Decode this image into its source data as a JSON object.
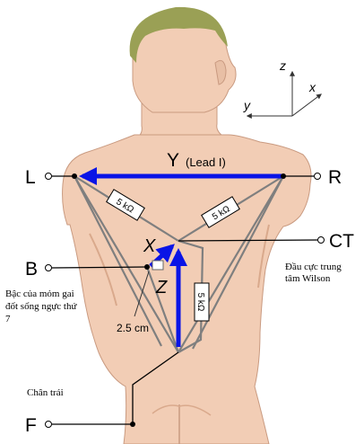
{
  "axes": {
    "z": "z",
    "x": "x",
    "y": "y"
  },
  "leads": {
    "y_label": "Y",
    "y_sub": "(Lead I)",
    "x_label": "X",
    "z_label": "Z"
  },
  "terminals": {
    "L": "L",
    "R": "R",
    "CT": "CT",
    "B": "B",
    "F": "F"
  },
  "resistors": {
    "left": "5 kΩ",
    "right": "5 kΩ",
    "foot": "5 kΩ"
  },
  "annotations": {
    "ct_desc_line1": "Đầu cực trung",
    "ct_desc_line2": "tâm Wilson",
    "b_desc_line1": "Bậc của mỏm gai",
    "b_desc_line2": "đốt sống ngực thứ",
    "b_desc_line3": "7",
    "distance": "2.5 cm",
    "f_desc": "Chân trái"
  },
  "colors": {
    "skin": "#f2cdb5",
    "skin_shadow": "#d9a98c",
    "hair": "#9aa055",
    "arrow": "#0a14e6",
    "wire": "#7f7f7f"
  }
}
